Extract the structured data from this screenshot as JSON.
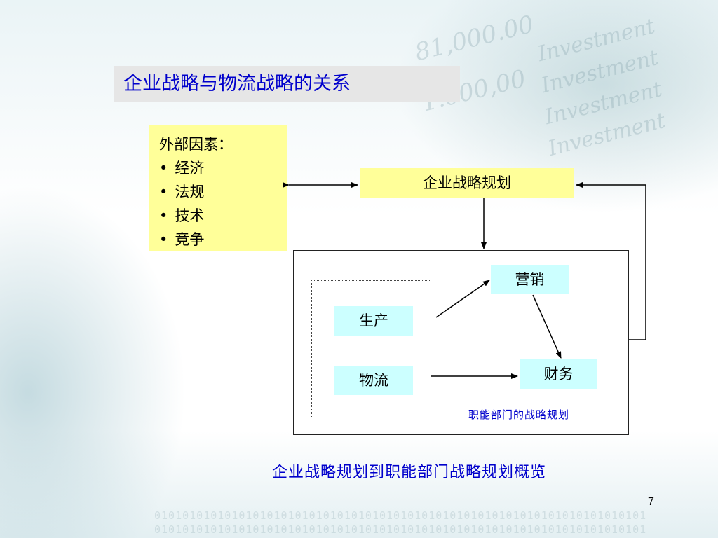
{
  "slide": {
    "title": "企业战略与物流战略的关系",
    "page_number": "7"
  },
  "external_factors": {
    "heading": "外部因素：",
    "items": [
      "经济",
      "法规",
      "技术",
      "竞争"
    ]
  },
  "diagram": {
    "strategy_planning": "企业战略规划",
    "departments": {
      "marketing": "营销",
      "production": "生产",
      "logistics": "物流",
      "finance": "财务"
    },
    "functional_caption": "职能部门的战略规划"
  },
  "caption": "企业战略规划到职能部门战略规划概览",
  "background": {
    "words": [
      "Investment",
      "Investment",
      "Investment",
      "Investment"
    ],
    "numbers": [
      "81,000.00",
      "1.000,00"
    ]
  },
  "colors": {
    "title_text": "#0000cc",
    "yellow_box": "#ffff99",
    "cyan_box": "#ccffff",
    "title_bg": "#e6e6e6"
  }
}
